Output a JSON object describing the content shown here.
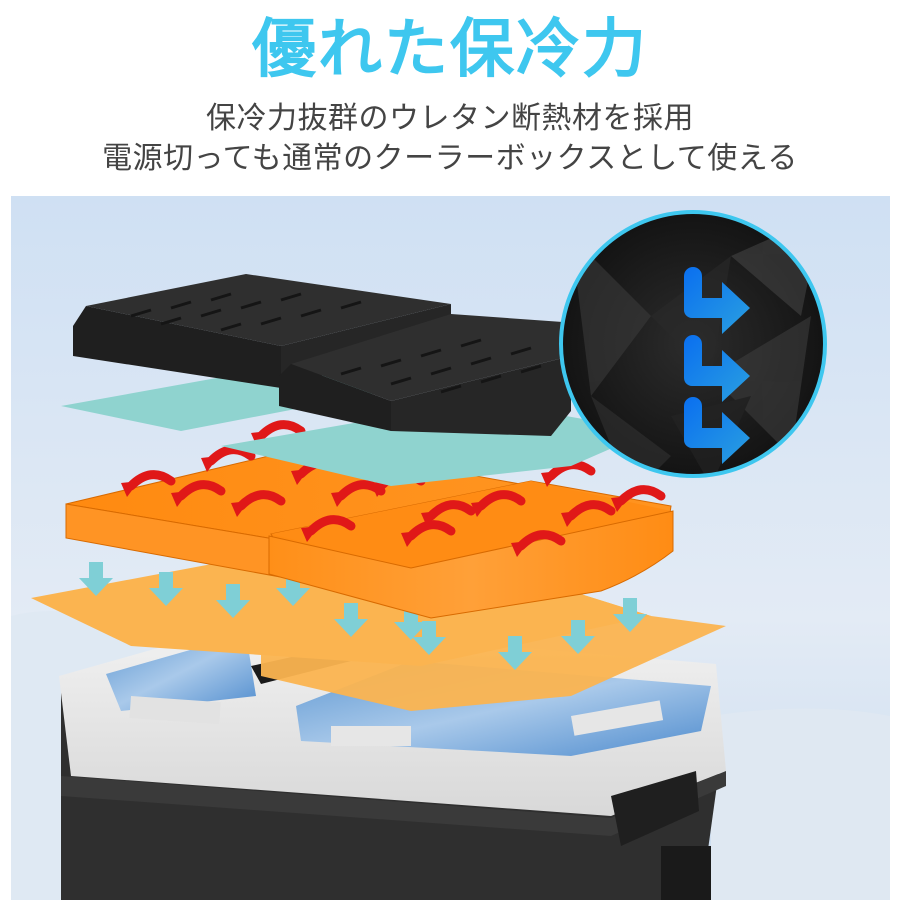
{
  "headline": {
    "text": "優れた保冷力",
    "color": "#3ec7ef"
  },
  "subheadline": {
    "line1": "保冷力抜群のウレタン断熱材を採用",
    "line2": "電源切っても通常のクーラーボックスとして使える",
    "color": "#444444"
  },
  "illustration": {
    "description": "Exploded view of cooler lid layers: black textured lids, teal layer, orange urethane insulation with red heat arrows, light orange layer with teal cold arrows, cooler body with ice",
    "colors": {
      "sky_top": "#cfe0f3",
      "sky_bottom": "#e6eef7",
      "lid_dark": "#2a2a2a",
      "teal_layer": "#8fd3cf",
      "orange_foam": "#ff8c14",
      "orange_light": "#fbb450",
      "heat_arrow": "#e01818",
      "cold_arrow": "#7fcfd6",
      "inset_ring": "#3ec7ef",
      "inset_arrow": "#1e8fe0",
      "cooler_body_top": "#e8e8e8",
      "cooler_body_bottom": "#2d2d2d",
      "ice": "#6fa7dd"
    },
    "inset_circle": {
      "label": "foam-texture-closeup",
      "arrow_count": 3
    }
  }
}
